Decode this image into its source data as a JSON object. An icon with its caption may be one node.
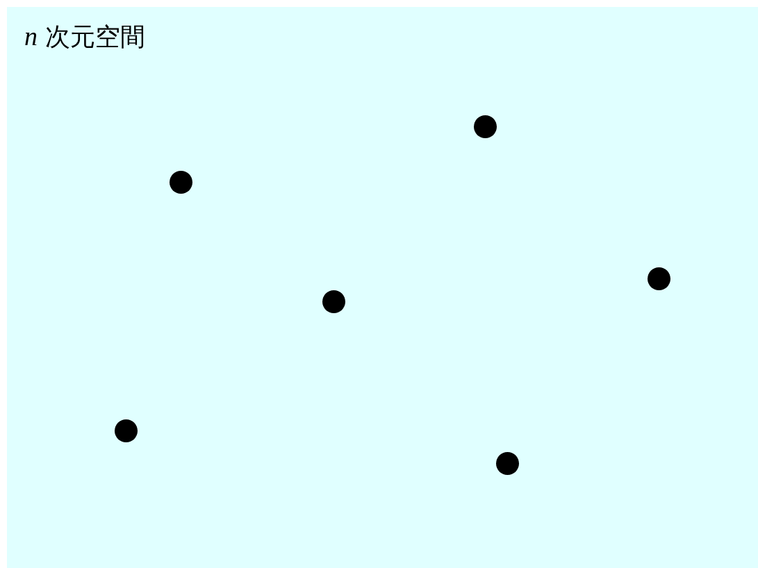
{
  "diagram": {
    "nodes": [
      {
        "text": [
          "*n* 次元空間"
        ]
      },
      {
        "text": [],
        "shape": "circle",
        "in": 0
      },
      {
        "text": [],
        "shape": "circle",
        "in": 0
      },
      {
        "text": [],
        "shape": "circle",
        "in": 0
      },
      {
        "text": [],
        "shape": "circle",
        "in": 0
      },
      {
        "text": [],
        "shape": "circle",
        "in": 0
      },
      {
        "text": [],
        "shape": "circle",
        "in": 0
      }
    ]
  }
}
